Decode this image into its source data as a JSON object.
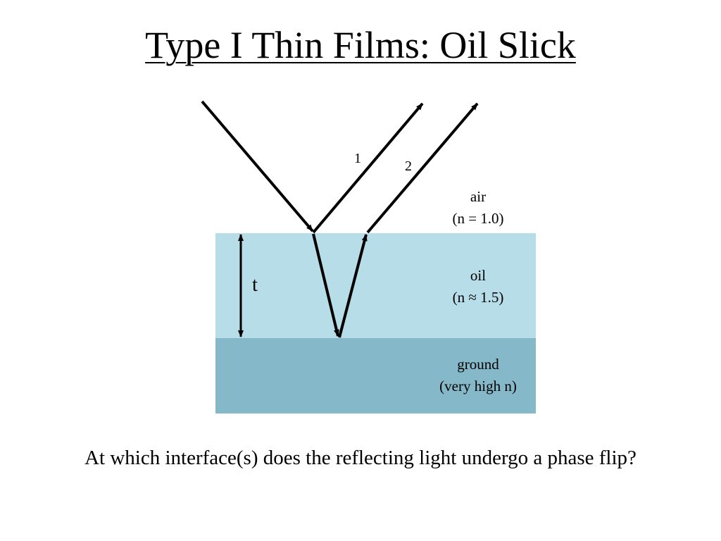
{
  "title": "Type I Thin Films: Oil Slick",
  "labels": {
    "ray1": "1",
    "ray2": "2",
    "thickness": "t"
  },
  "layers": {
    "air": {
      "name": "air",
      "index": "(n = 1.0)"
    },
    "oil": {
      "name": "oil",
      "index": "(n ≈ 1.5)",
      "color": "#b7dde8"
    },
    "ground": {
      "name": "ground",
      "index": "(very high n)",
      "color": "#85b8c8"
    }
  },
  "question": "At which interface(s) does the reflecting light undergo a phase flip?"
}
